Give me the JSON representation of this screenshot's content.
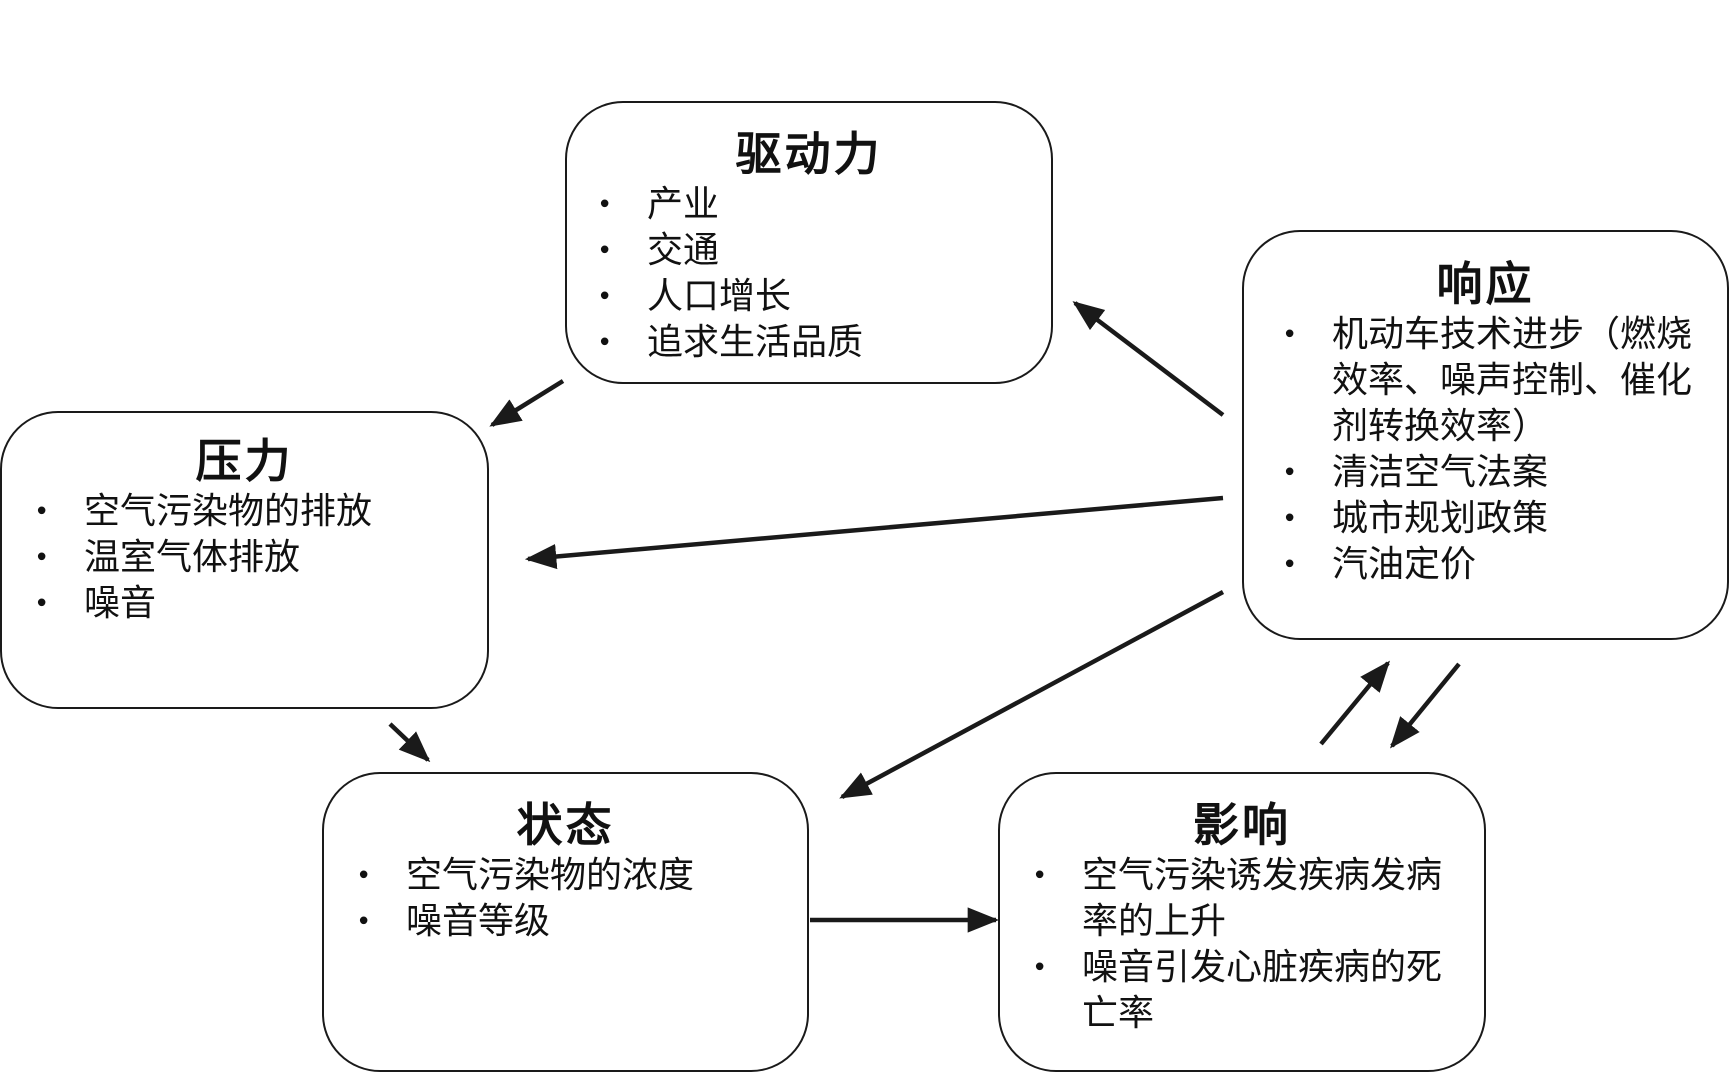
{
  "boxes": {
    "driver": {
      "title": "驱动力",
      "items": [
        "产业",
        "交通",
        "人口增长",
        "追求生活品质"
      ]
    },
    "pressure": {
      "title": "压力",
      "items": [
        "空气污染物的排放",
        "温室气体排放",
        "噪音"
      ]
    },
    "state": {
      "title": "状态",
      "items": [
        "空气污染物的浓度",
        "噪音等级"
      ]
    },
    "impact": {
      "title": "影响",
      "items": [
        "空气污染诱发疾病发病率的上升",
        "噪音引发心脏疾病的死亡率"
      ]
    },
    "response": {
      "title": "响应",
      "items": [
        "机动车技术进步（燃烧效率、噪声控制、催化剂转换效率）",
        "清洁空气法案",
        "城市规划政策",
        "汽油定价"
      ]
    }
  },
  "colors": {
    "stroke": "#1a1a1a",
    "background": "#ffffff"
  }
}
